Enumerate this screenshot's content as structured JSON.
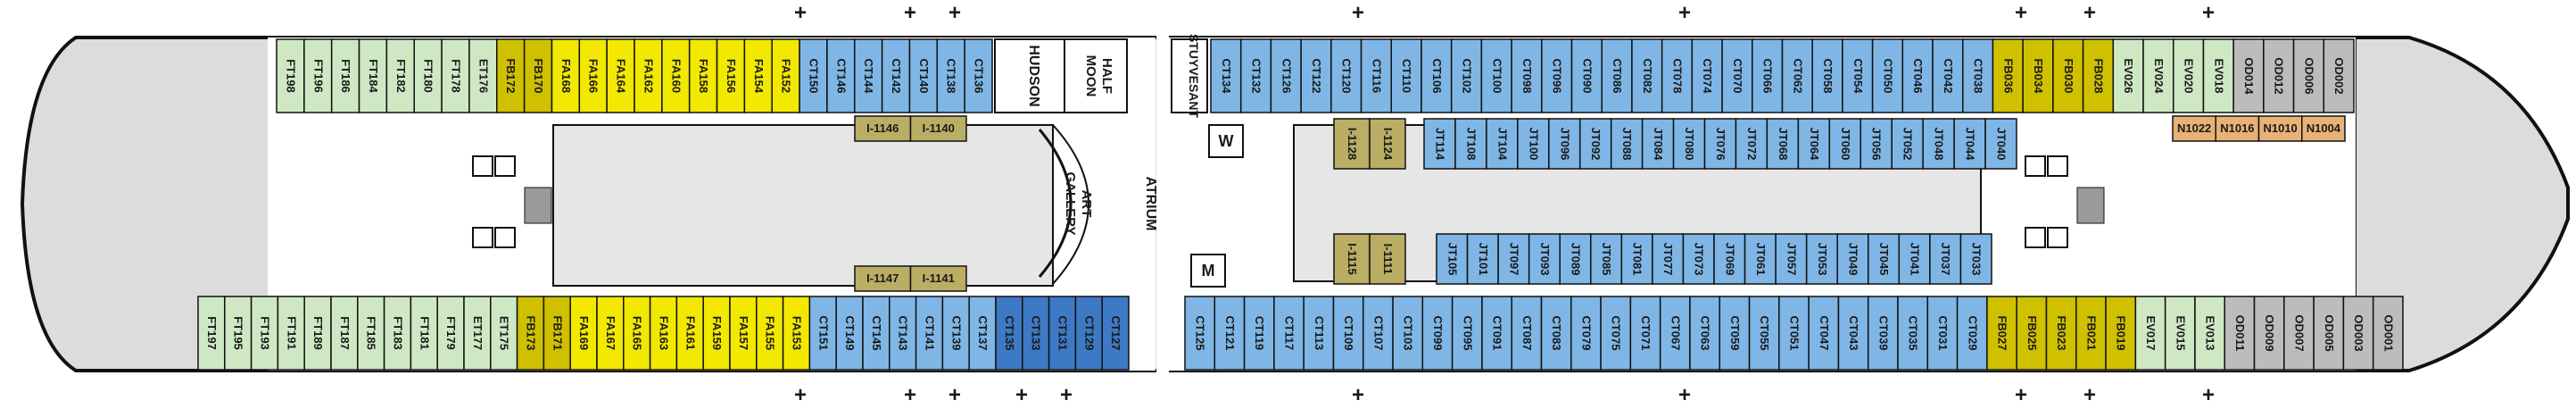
{
  "colors": {
    "green": "#cfe8c4",
    "yellow": "#f2e800",
    "olive": "#cfc000",
    "blue": "#7fb6e6",
    "blue_dark": "#3d79c4",
    "orange": "#e8b276",
    "gray": "#bcbcbc",
    "khaki": "#b9ae64",
    "hull": "#d9d9d9"
  },
  "labels": {
    "hudson": "HUDSON",
    "half_moon": "HALF MOON",
    "art_gallery": "ART GALLERY",
    "atrium": "ATRIUM",
    "stuyvesant": "STUYVESANT",
    "w": "W",
    "m": "M"
  },
  "aft": {
    "top_row": [
      {
        "id": "FT198",
        "c": "green"
      },
      {
        "id": "FT196",
        "c": "green"
      },
      {
        "id": "FT186",
        "c": "green"
      },
      {
        "id": "FT184",
        "c": "green"
      },
      {
        "id": "FT182",
        "c": "green"
      },
      {
        "id": "FT180",
        "c": "green"
      },
      {
        "id": "FT178",
        "c": "green"
      },
      {
        "id": "ET176",
        "c": "green"
      },
      {
        "id": "FB172",
        "c": "olive"
      },
      {
        "id": "FB170",
        "c": "olive"
      },
      {
        "id": "FA168",
        "c": "yellow"
      },
      {
        "id": "FA166",
        "c": "yellow"
      },
      {
        "id": "FA164",
        "c": "yellow"
      },
      {
        "id": "FA162",
        "c": "yellow"
      },
      {
        "id": "FA160",
        "c": "yellow"
      },
      {
        "id": "FA158",
        "c": "yellow"
      },
      {
        "id": "FA156",
        "c": "yellow"
      },
      {
        "id": "FA154",
        "c": "yellow"
      },
      {
        "id": "FA152",
        "c": "yellow"
      },
      {
        "id": "CT150",
        "c": "blue"
      },
      {
        "id": "CT146",
        "c": "blue"
      },
      {
        "id": "CT144",
        "c": "blue"
      },
      {
        "id": "CT142",
        "c": "blue"
      },
      {
        "id": "CT140",
        "c": "blue"
      },
      {
        "id": "CT138",
        "c": "blue"
      },
      {
        "id": "CT136",
        "c": "blue"
      }
    ],
    "bottom_row": [
      {
        "id": "FT197",
        "c": "green"
      },
      {
        "id": "FT195",
        "c": "green"
      },
      {
        "id": "FT193",
        "c": "green"
      },
      {
        "id": "FT191",
        "c": "green"
      },
      {
        "id": "FT189",
        "c": "green"
      },
      {
        "id": "FT187",
        "c": "green"
      },
      {
        "id": "FT185",
        "c": "green"
      },
      {
        "id": "FT183",
        "c": "green"
      },
      {
        "id": "FT181",
        "c": "green"
      },
      {
        "id": "FT179",
        "c": "green"
      },
      {
        "id": "ET177",
        "c": "green"
      },
      {
        "id": "ET175",
        "c": "green"
      },
      {
        "id": "FB173",
        "c": "olive"
      },
      {
        "id": "FB171",
        "c": "olive"
      },
      {
        "id": "FA169",
        "c": "yellow"
      },
      {
        "id": "FA167",
        "c": "yellow"
      },
      {
        "id": "FA165",
        "c": "yellow"
      },
      {
        "id": "FA163",
        "c": "yellow"
      },
      {
        "id": "FA161",
        "c": "yellow"
      },
      {
        "id": "FA159",
        "c": "yellow"
      },
      {
        "id": "FA157",
        "c": "yellow"
      },
      {
        "id": "FA155",
        "c": "yellow"
      },
      {
        "id": "FA153",
        "c": "yellow"
      },
      {
        "id": "CT151",
        "c": "blue"
      },
      {
        "id": "CT149",
        "c": "blue"
      },
      {
        "id": "CT145",
        "c": "blue"
      },
      {
        "id": "CT143",
        "c": "blue"
      },
      {
        "id": "CT141",
        "c": "blue"
      },
      {
        "id": "CT139",
        "c": "blue"
      },
      {
        "id": "CT137",
        "c": "blue"
      },
      {
        "id": "CT135",
        "c": "blue_dark"
      },
      {
        "id": "CT133",
        "c": "blue_dark"
      },
      {
        "id": "CT131",
        "c": "blue_dark"
      },
      {
        "id": "CT129",
        "c": "blue_dark"
      },
      {
        "id": "CT127",
        "c": "blue_dark"
      }
    ],
    "interior_top": [
      {
        "id": "I-1146",
        "c": "khaki"
      },
      {
        "id": "I-1140",
        "c": "khaki"
      }
    ],
    "interior_bottom": [
      {
        "id": "I-1147",
        "c": "khaki"
      },
      {
        "id": "I-1141",
        "c": "khaki"
      }
    ]
  },
  "forward": {
    "top_row": [
      {
        "id": "CT134",
        "c": "blue"
      },
      {
        "id": "CT132",
        "c": "blue"
      },
      {
        "id": "CT126",
        "c": "blue"
      },
      {
        "id": "CT122",
        "c": "blue"
      },
      {
        "id": "CT120",
        "c": "blue"
      },
      {
        "id": "CT116",
        "c": "blue"
      },
      {
        "id": "CT110",
        "c": "blue"
      },
      {
        "id": "CT106",
        "c": "blue"
      },
      {
        "id": "CT102",
        "c": "blue"
      },
      {
        "id": "CT100",
        "c": "blue"
      },
      {
        "id": "CT098",
        "c": "blue"
      },
      {
        "id": "CT096",
        "c": "blue"
      },
      {
        "id": "CT090",
        "c": "blue"
      },
      {
        "id": "CT086",
        "c": "blue"
      },
      {
        "id": "CT082",
        "c": "blue"
      },
      {
        "id": "CT078",
        "c": "blue"
      },
      {
        "id": "CT074",
        "c": "blue"
      },
      {
        "id": "CT070",
        "c": "blue"
      },
      {
        "id": "CT066",
        "c": "blue"
      },
      {
        "id": "CT062",
        "c": "blue"
      },
      {
        "id": "CT058",
        "c": "blue"
      },
      {
        "id": "CT054",
        "c": "blue"
      },
      {
        "id": "CT050",
        "c": "blue"
      },
      {
        "id": "CT046",
        "c": "blue"
      },
      {
        "id": "CT042",
        "c": "blue"
      },
      {
        "id": "CT038",
        "c": "blue"
      },
      {
        "id": "FB036",
        "c": "olive"
      },
      {
        "id": "FB034",
        "c": "olive"
      },
      {
        "id": "FB030",
        "c": "olive"
      },
      {
        "id": "FB028",
        "c": "olive"
      },
      {
        "id": "EV026",
        "c": "green"
      },
      {
        "id": "EV024",
        "c": "green"
      },
      {
        "id": "EV020",
        "c": "green"
      },
      {
        "id": "EV018",
        "c": "green"
      },
      {
        "id": "OD014",
        "c": "gray"
      },
      {
        "id": "OD012",
        "c": "gray"
      },
      {
        "id": "OD006",
        "c": "gray"
      },
      {
        "id": "OD002",
        "c": "gray"
      }
    ],
    "top_inner": [
      {
        "id": "JT114",
        "c": "blue"
      },
      {
        "id": "JT108",
        "c": "blue"
      },
      {
        "id": "JT104",
        "c": "blue"
      },
      {
        "id": "JT100",
        "c": "blue"
      },
      {
        "id": "JT096",
        "c": "blue"
      },
      {
        "id": "JT092",
        "c": "blue"
      },
      {
        "id": "JT088",
        "c": "blue"
      },
      {
        "id": "JT084",
        "c": "blue"
      },
      {
        "id": "JT080",
        "c": "blue"
      },
      {
        "id": "JT076",
        "c": "blue"
      },
      {
        "id": "JT072",
        "c": "blue"
      },
      {
        "id": "JT068",
        "c": "blue"
      },
      {
        "id": "JT064",
        "c": "blue"
      },
      {
        "id": "JT060",
        "c": "blue"
      },
      {
        "id": "JT056",
        "c": "blue"
      },
      {
        "id": "JT052",
        "c": "blue"
      },
      {
        "id": "JT048",
        "c": "blue"
      },
      {
        "id": "JT044",
        "c": "blue"
      },
      {
        "id": "JT040",
        "c": "blue"
      }
    ],
    "top_interior": [
      {
        "id": "I-1128",
        "c": "khaki"
      },
      {
        "id": "I-1124",
        "c": "khaki"
      }
    ],
    "suites_top": [
      {
        "id": "N1022",
        "c": "orange"
      },
      {
        "id": "N1016",
        "c": "orange"
      },
      {
        "id": "N1010",
        "c": "orange"
      },
      {
        "id": "N1004",
        "c": "orange"
      }
    ],
    "bottom_inner": [
      {
        "id": "JT105",
        "c": "blue"
      },
      {
        "id": "JT101",
        "c": "blue"
      },
      {
        "id": "JT097",
        "c": "blue"
      },
      {
        "id": "JT093",
        "c": "blue"
      },
      {
        "id": "JT089",
        "c": "blue"
      },
      {
        "id": "JT085",
        "c": "blue"
      },
      {
        "id": "JT081",
        "c": "blue"
      },
      {
        "id": "JT077",
        "c": "blue"
      },
      {
        "id": "JT073",
        "c": "blue"
      },
      {
        "id": "JT069",
        "c": "blue"
      },
      {
        "id": "JT061",
        "c": "blue"
      },
      {
        "id": "JT057",
        "c": "blue"
      },
      {
        "id": "JT053",
        "c": "blue"
      },
      {
        "id": "JT049",
        "c": "blue"
      },
      {
        "id": "JT045",
        "c": "blue"
      },
      {
        "id": "JT041",
        "c": "blue"
      },
      {
        "id": "JT037",
        "c": "blue"
      },
      {
        "id": "JT033",
        "c": "blue"
      }
    ],
    "bottom_interior": [
      {
        "id": "I-1115",
        "c": "khaki"
      },
      {
        "id": "I-1111",
        "c": "khaki"
      }
    ],
    "bottom_row": [
      {
        "id": "CT125",
        "c": "blue"
      },
      {
        "id": "CT121",
        "c": "blue"
      },
      {
        "id": "CT119",
        "c": "blue"
      },
      {
        "id": "CT117",
        "c": "blue"
      },
      {
        "id": "CT113",
        "c": "blue"
      },
      {
        "id": "CT109",
        "c": "blue"
      },
      {
        "id": "CT107",
        "c": "blue"
      },
      {
        "id": "CT103",
        "c": "blue"
      },
      {
        "id": "CT099",
        "c": "blue"
      },
      {
        "id": "CT095",
        "c": "blue"
      },
      {
        "id": "CT091",
        "c": "blue"
      },
      {
        "id": "CT087",
        "c": "blue"
      },
      {
        "id": "CT083",
        "c": "blue"
      },
      {
        "id": "CT079",
        "c": "blue"
      },
      {
        "id": "CT075",
        "c": "blue"
      },
      {
        "id": "CT071",
        "c": "blue"
      },
      {
        "id": "CT067",
        "c": "blue"
      },
      {
        "id": "CT063",
        "c": "blue"
      },
      {
        "id": "CT059",
        "c": "blue"
      },
      {
        "id": "CT055",
        "c": "blue"
      },
      {
        "id": "CT051",
        "c": "blue"
      },
      {
        "id": "CT047",
        "c": "blue"
      },
      {
        "id": "CT043",
        "c": "blue"
      },
      {
        "id": "CT039",
        "c": "blue"
      },
      {
        "id": "CT035",
        "c": "blue"
      },
      {
        "id": "CT031",
        "c": "blue"
      },
      {
        "id": "CT029",
        "c": "blue"
      },
      {
        "id": "FB027",
        "c": "olive"
      },
      {
        "id": "FB025",
        "c": "olive"
      },
      {
        "id": "FB023",
        "c": "olive"
      },
      {
        "id": "FB021",
        "c": "olive"
      },
      {
        "id": "FB019",
        "c": "olive"
      },
      {
        "id": "EV017",
        "c": "green"
      },
      {
        "id": "EV015",
        "c": "green"
      },
      {
        "id": "EV013",
        "c": "green"
      },
      {
        "id": "OD011",
        "c": "gray"
      },
      {
        "id": "OD009",
        "c": "gray"
      },
      {
        "id": "OD007",
        "c": "gray"
      },
      {
        "id": "OD005",
        "c": "gray"
      },
      {
        "id": "OD003",
        "c": "gray"
      },
      {
        "id": "OD001",
        "c": "gray"
      }
    ]
  }
}
